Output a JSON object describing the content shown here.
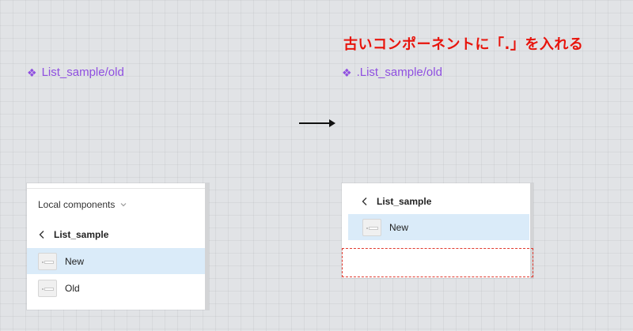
{
  "annotation": "古いコンポーネントに「.」を入れる",
  "left": {
    "component_name": "List_sample/old",
    "panel": {
      "section_title": "Local components",
      "back_label": "List_sample",
      "items": [
        {
          "label": "New",
          "selected": true
        },
        {
          "label": "Old",
          "selected": false
        }
      ]
    }
  },
  "right": {
    "component_name": ".List_sample/old",
    "panel": {
      "back_label": "List_sample",
      "items": [
        {
          "label": "New",
          "selected": true
        }
      ]
    }
  },
  "icons": [
    "component-diamond-icon",
    "arrow-right-icon",
    "chevron-down-icon",
    "chevron-left-icon",
    "component-thumbnail-icon"
  ],
  "colors": {
    "annotation": "#e8140c",
    "component_label": "#8f4fe0",
    "selected_row": "#daebf9",
    "highlight_dashed": "#e23b30"
  }
}
